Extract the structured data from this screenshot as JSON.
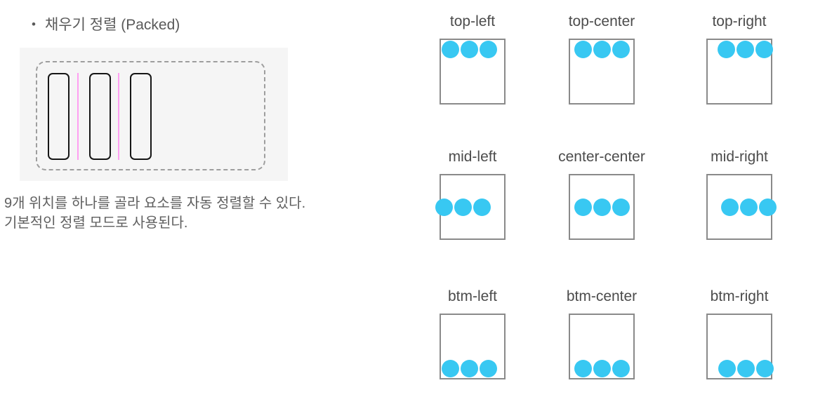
{
  "left_section": {
    "heading": {
      "bullet": "•",
      "text": "채우기 정렬 (Packed)"
    },
    "description_lines": [
      "9개 위치를 하나를 골라 요소를 자동 정렬할 수 있다.",
      "기본적인 정렬 모드로 사용된다."
    ],
    "diagram": {
      "bar_count": 3,
      "spacing_line_count": 2,
      "colors": {
        "panel_bg": "#f5f5f5",
        "dashed_border": "#9e9e9e",
        "bar_border": "#161616",
        "spacing_line": "#ffa0f2"
      }
    }
  },
  "alignment_grid": {
    "dot_color": "#38c8f2",
    "box_border_color": "#8a8a8a",
    "dots_per_box": 3,
    "cells": [
      {
        "label": "top-left",
        "v": "top",
        "h": "left"
      },
      {
        "label": "top-center",
        "v": "top",
        "h": "center"
      },
      {
        "label": "top-right",
        "v": "top",
        "h": "right"
      },
      {
        "label": "mid-left",
        "v": "mid",
        "h": "left"
      },
      {
        "label": "center-center",
        "v": "mid",
        "h": "center"
      },
      {
        "label": "mid-right",
        "v": "mid",
        "h": "right"
      },
      {
        "label": "btm-left",
        "v": "btm",
        "h": "left"
      },
      {
        "label": "btm-center",
        "v": "btm",
        "h": "center"
      },
      {
        "label": "btm-right",
        "v": "btm",
        "h": "right"
      }
    ]
  }
}
